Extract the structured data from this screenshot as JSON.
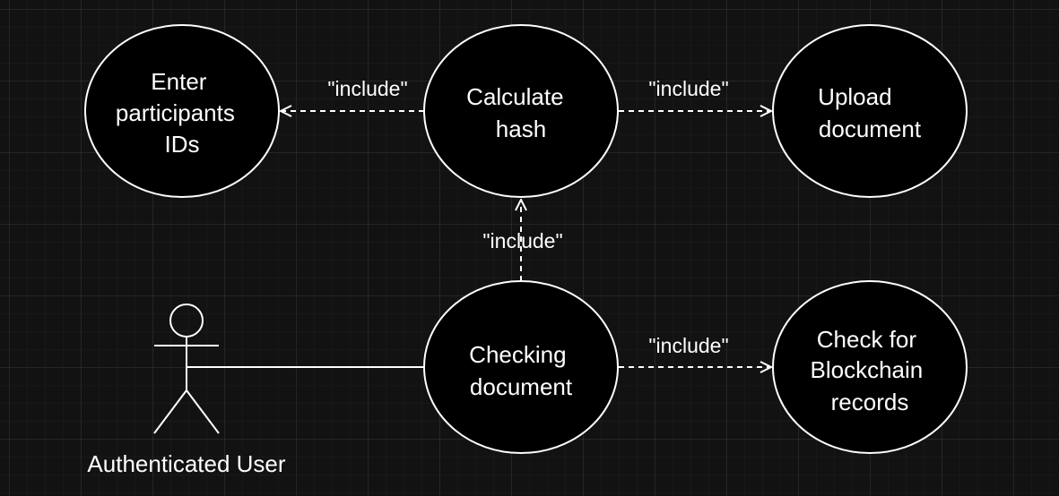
{
  "colors": {
    "background": "#121212",
    "stroke": "#ffffff",
    "ellipse_fill": "#000000",
    "text": "#ffffff"
  },
  "actor": {
    "label": "Authenticated User"
  },
  "use_cases": {
    "enter_ids": [
      "Enter",
      "participants",
      "IDs"
    ],
    "calculate_hash": [
      "Calculate",
      "hash"
    ],
    "upload_document": [
      "Upload",
      "document"
    ],
    "checking_document": [
      "Checking",
      "document"
    ],
    "check_blockchain": [
      "Check for",
      "Blockchain",
      "records"
    ]
  },
  "relations": {
    "hash_to_enter": "\"include\"",
    "hash_to_upload": "\"include\"",
    "checking_to_hash": "\"include\"",
    "checking_to_blockchain": "\"include\""
  }
}
